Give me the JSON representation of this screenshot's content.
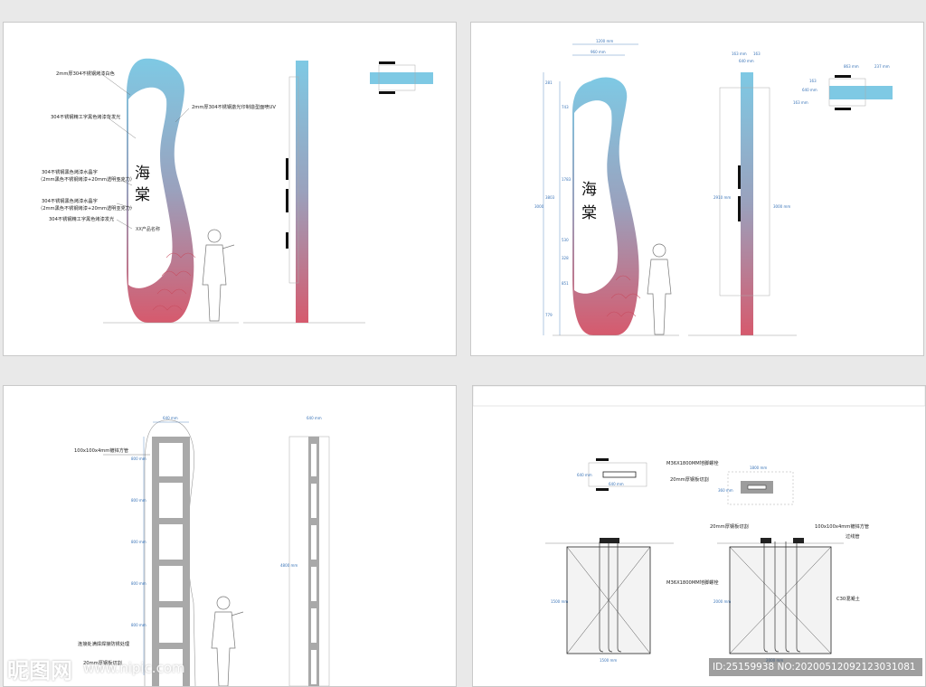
{
  "sheet1": {
    "callouts": [
      "2mm厚304不锈钢烤漆白色",
      "304不锈钢精工字黑色烤漆背发光",
      "2mm厚304不锈钢激光印制造型面喷UV",
      "304不锈钢黑色烤漆水晶字",
      "（2mm黑色不锈钢烤漆+20mm透明亚克力）",
      "304不锈钢黑色烤漆水晶字",
      "（2mm黑色不锈钢烤漆+20mm透明亚克力）",
      "304不锈钢精工字黑色烤漆发光"
    ],
    "sign_chars": [
      "海",
      "棠"
    ],
    "small_text": "XX产品名称"
  },
  "sheet2": {
    "top_dims": [
      "1200 mm",
      "960 mm"
    ],
    "left_dims": [
      "281",
      "743",
      "1783",
      "3803",
      "3000",
      "530",
      "328",
      "851",
      "779"
    ],
    "side_dims": [
      "163 mm",
      "163",
      "640 mm",
      "2910 mm",
      "3000 mm"
    ],
    "plan_dims": [
      "863 mm",
      "237 mm",
      "163",
      "640 mm",
      "163 mm"
    ]
  },
  "sheet3": {
    "top_dim": "640 mm",
    "side_top_dim": "640 mm",
    "frame_dims": [
      "800 mm",
      "800 mm",
      "800 mm",
      "800 mm",
      "800 mm"
    ],
    "height_dim": "4800 mm",
    "callouts": [
      "100x100x4mm镀锌方管",
      "连接处满焊焊接防锈处理",
      "20mm厚钢板切割"
    ]
  },
  "sheet4": {
    "plan_dims": [
      "640 mm",
      "640 mm",
      "1800 mm",
      "360 mm"
    ],
    "callouts": [
      "M36X1800MM地脚螺栓",
      "20mm厚钢板切割",
      "20mm厚钢板切割",
      "100x100x4mm镀锌方管",
      "过线管",
      "M36X1800MM地脚螺栓",
      "C30混凝土"
    ],
    "section_dims": [
      "1500 mm",
      "1500 mm",
      "2000 mm",
      "2000 mm"
    ]
  },
  "watermark": {
    "logo": "昵图网",
    "url": "www.nipic.com",
    "id": "ID:25159938 NO:20200512092123031081"
  },
  "colors": {
    "sky": "#7ec9e4",
    "rose": "#d65a6d",
    "dim": "#3a74b8",
    "frame": "#a9a9a9"
  }
}
